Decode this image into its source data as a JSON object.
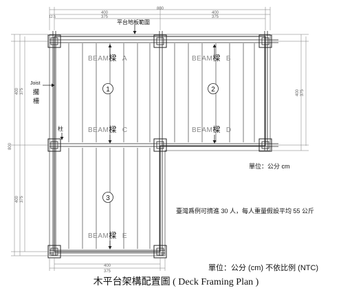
{
  "dimensions": {
    "top_total": "800",
    "top_left": "400",
    "top_right": "400",
    "top_left_inner": "375",
    "top_right_inner": "375",
    "top_edge_left": "12.5",
    "left_total": "800",
    "left_upper": "400",
    "left_upper_inner": "375",
    "left_lower": "400",
    "left_lower_inner": "375",
    "right_upper": "400",
    "right_upper_inner": "375",
    "bottom_total": "400",
    "bottom_inner": "375"
  },
  "labels": {
    "floor_extent": "平台地板範圍",
    "joist_en": "Joist",
    "joist_zh": "擱柵",
    "post": "柱",
    "beam_prefix": "BEAM",
    "beam_zh": "樑",
    "beam_a": "A",
    "beam_b": "B",
    "beam_c": "C",
    "beam_d": "D",
    "beam_e": "E",
    "zone_1": "1",
    "zone_2": "2",
    "zone_3": "3"
  },
  "notes": {
    "unit_small": "單位：公分 cm",
    "capacity": "臺灣爲例可擠進 30 人，每人重量假設平均 55 公斤",
    "unit_ntc": "單位：公分 (cm)   不依比例 (NTC)"
  },
  "caption": "木平台架構配置圖 ( Deck Framing Plan )"
}
